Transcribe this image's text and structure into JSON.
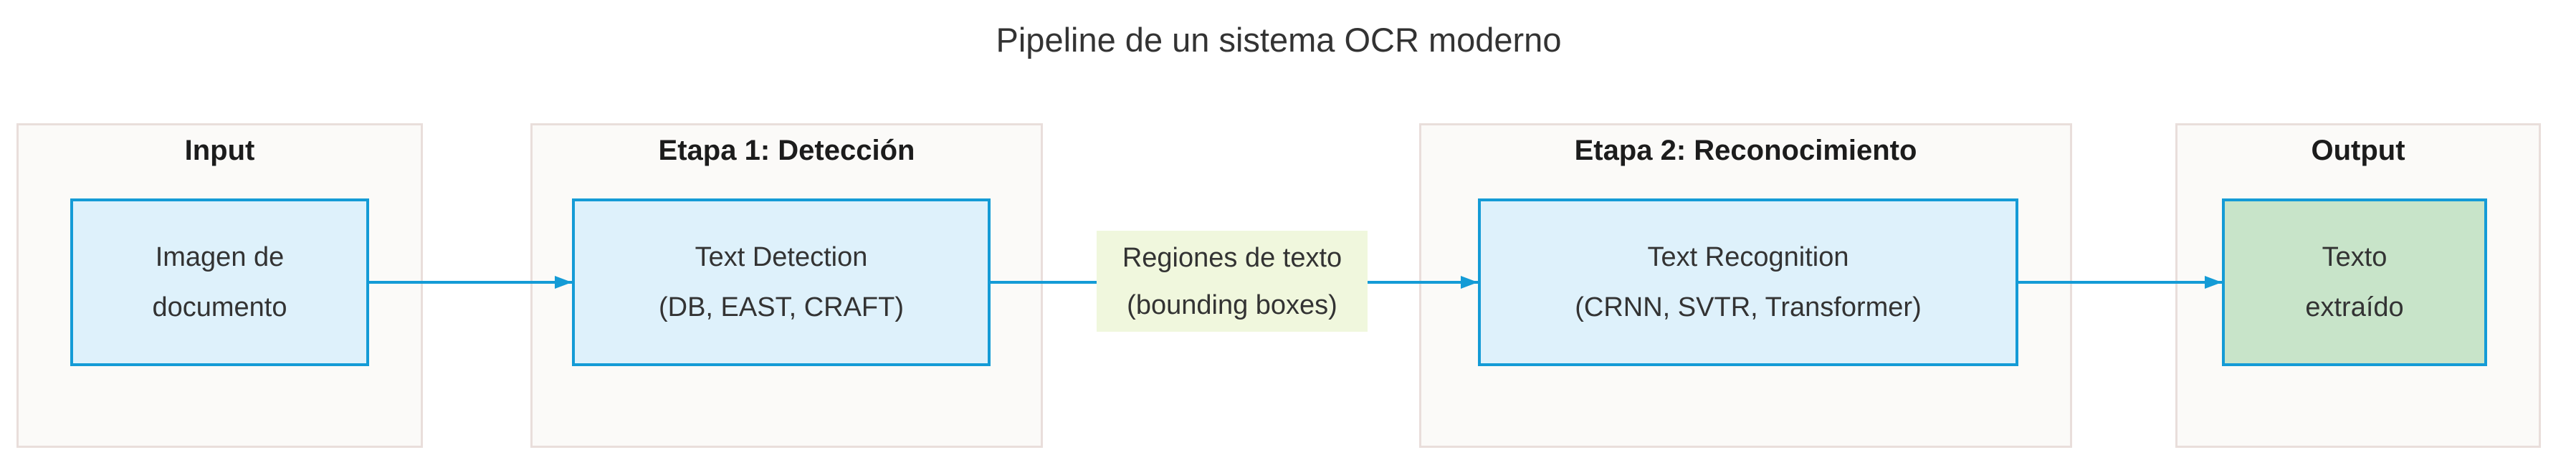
{
  "diagram": {
    "title": "Pipeline de un sistema OCR moderno",
    "clusters": [
      {
        "label": "Input",
        "node": {
          "lines": [
            "Imagen de",
            "documento"
          ],
          "full": "Imagen de documento",
          "style": "blue"
        }
      },
      {
        "label": "Etapa 1: Detección",
        "node": {
          "lines": [
            "Text Detection",
            "(DB, EAST, CRAFT)"
          ],
          "full": "Text Detection (DB, EAST, CRAFT)",
          "style": "blue"
        }
      },
      {
        "label": "Etapa 2: Reconocimiento",
        "node": {
          "lines": [
            "Text Recognition",
            "(CRNN, SVTR, Transformer)"
          ],
          "full": "Text Recognition (CRNN, SVTR, Transformer)",
          "style": "blue"
        }
      },
      {
        "label": "Output",
        "node": {
          "lines": [
            "Texto",
            "extraído"
          ],
          "full": "Texto extraído",
          "style": "green"
        }
      }
    ],
    "edges": [
      {
        "from": "Imagen de documento",
        "to": "Text Detection (DB, EAST, CRAFT)",
        "label": ""
      },
      {
        "from": "Text Detection (DB, EAST, CRAFT)",
        "to": "Text Recognition (CRNN, SVTR, Transformer)",
        "label": "Regiones de texto (bounding boxes)",
        "label_lines": [
          "Regiones de texto",
          "(bounding boxes)"
        ]
      },
      {
        "from": "Text Recognition (CRNN, SVTR, Transformer)",
        "to": "Texto extraído",
        "label": ""
      }
    ],
    "colors": {
      "node_fill_blue": "#def1fb",
      "node_fill_green": "#c8e4c9",
      "node_border": "#149bd6",
      "arrow": "#149bd6",
      "cluster_fill": "#fbfaf8",
      "cluster_border": "#e9dedb",
      "edge_label_bg": "#f0f7dd",
      "text": "#333333"
    }
  }
}
